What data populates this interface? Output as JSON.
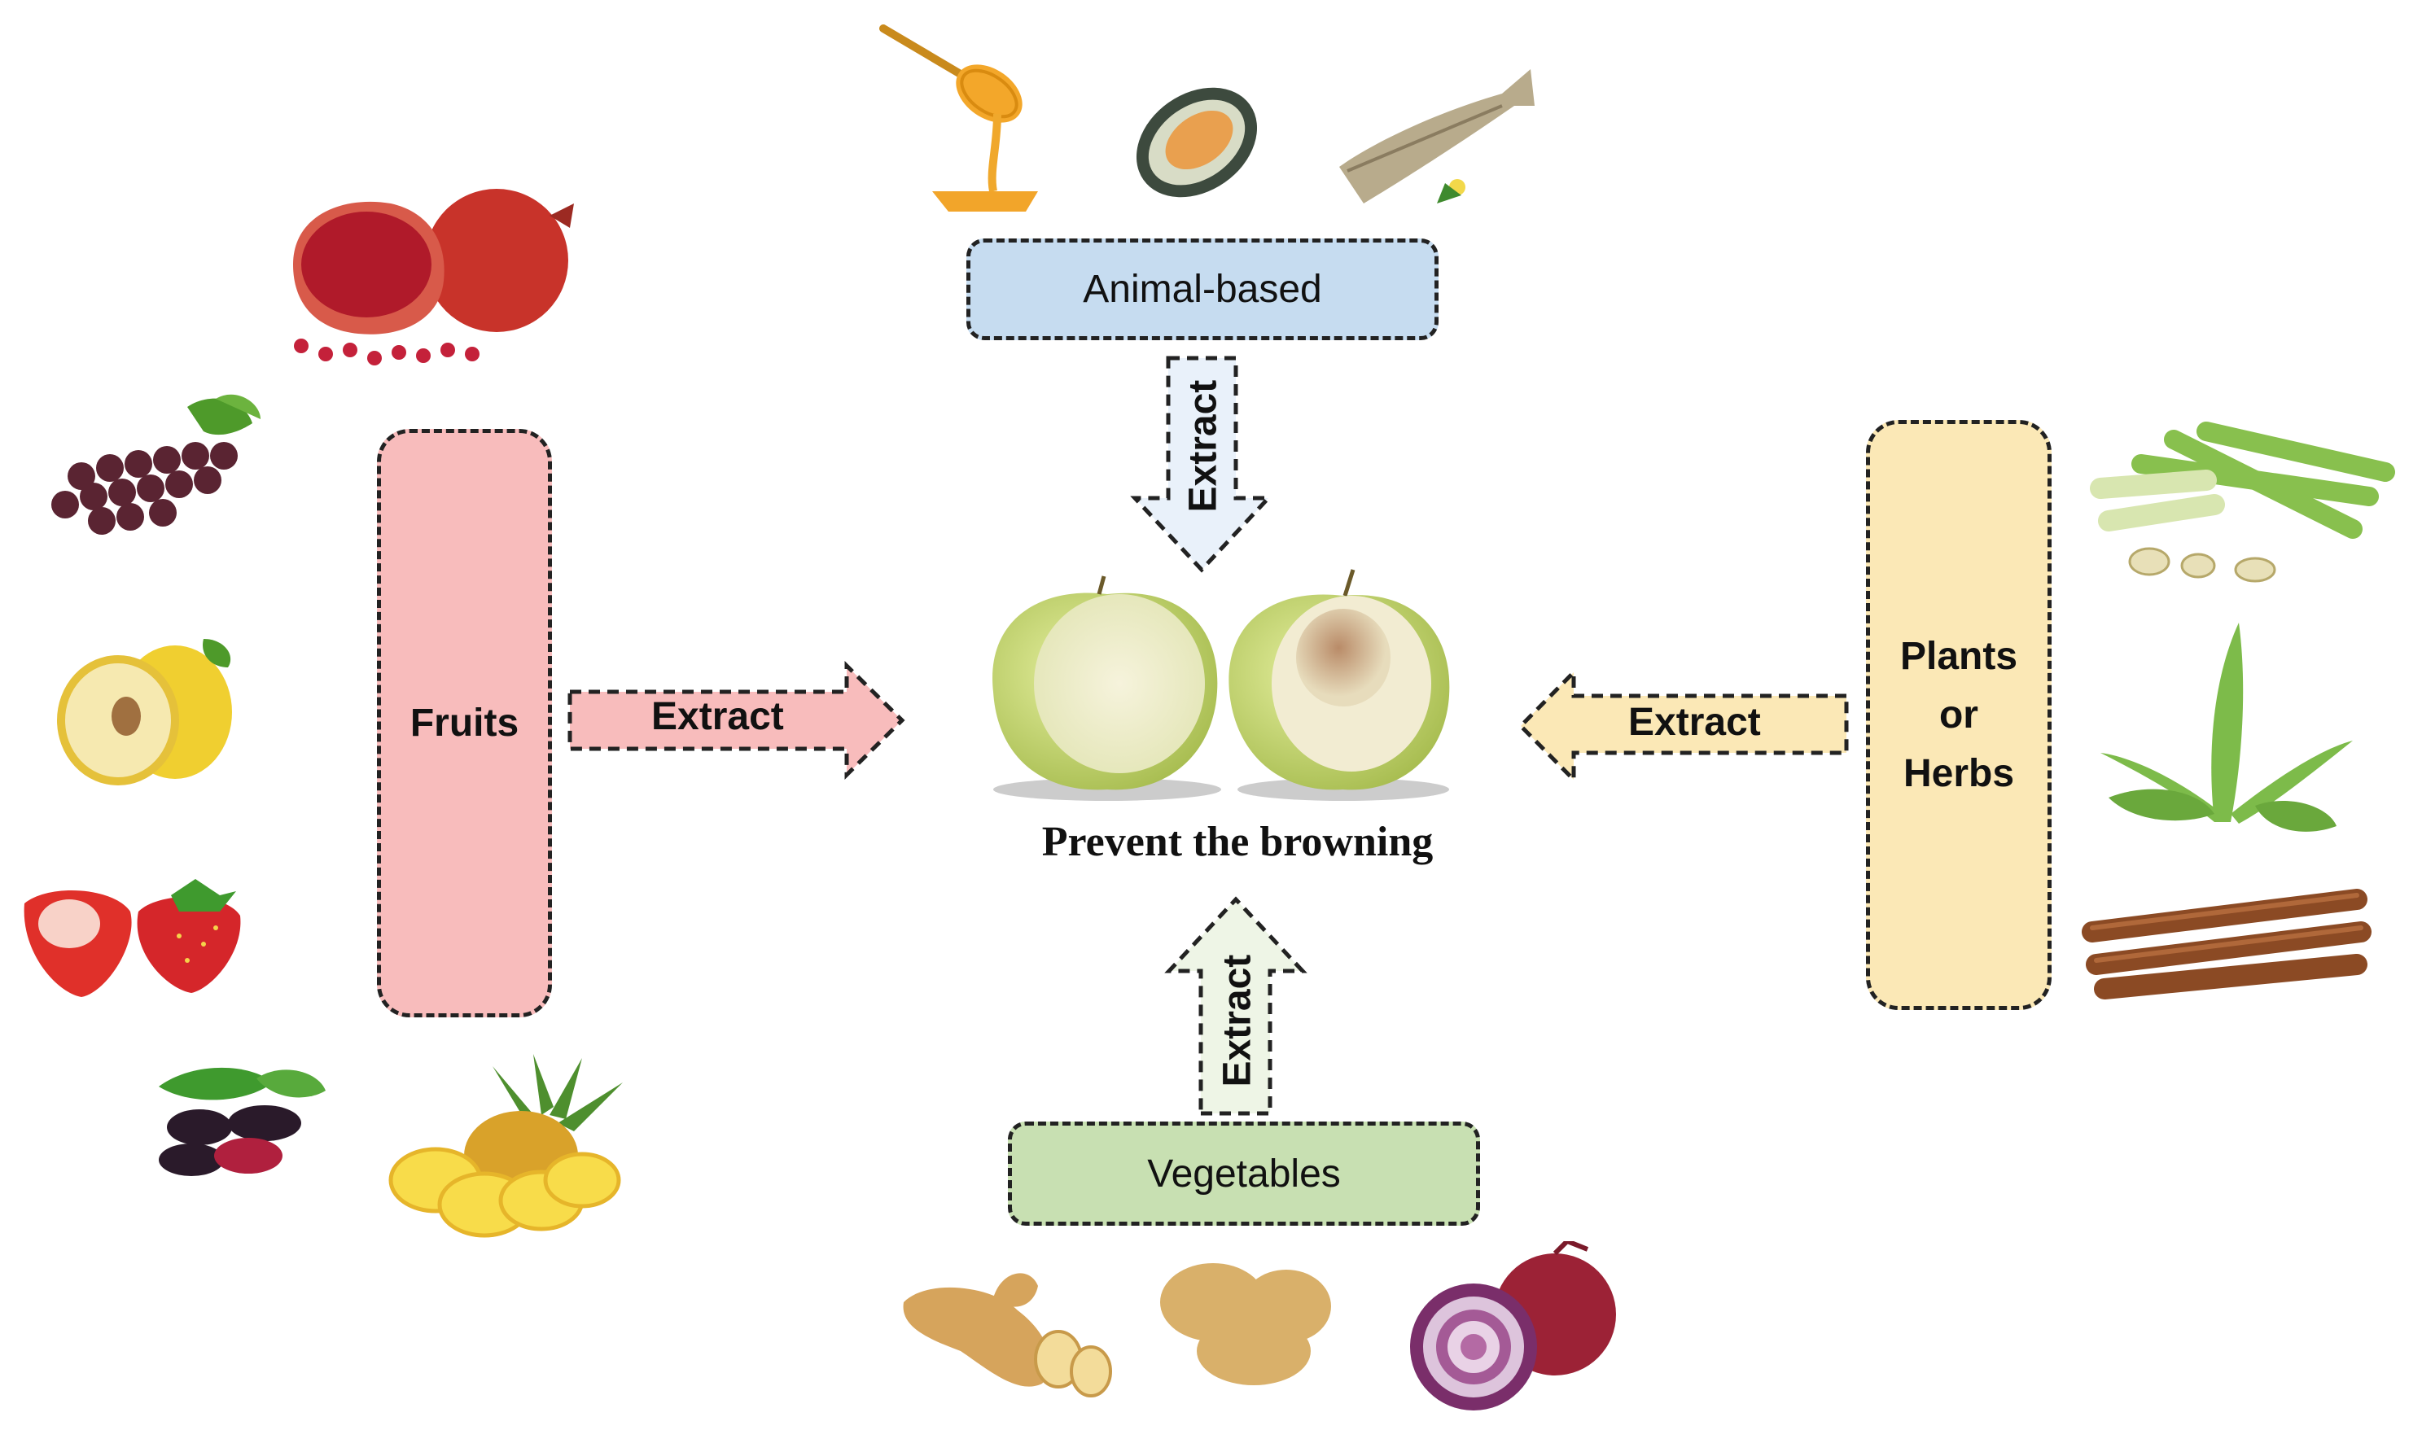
{
  "center": {
    "caption": "Prevent the browning",
    "image": "two-bitten-apples-icon"
  },
  "sources": {
    "animal": {
      "label": "Animal-based",
      "color": "#c6dcf0",
      "items": [
        "honey-dipper-icon",
        "mussel-icon",
        "fish-icon"
      ]
    },
    "fruits": {
      "label": "Fruits",
      "color": "#f8bcbc",
      "items": [
        "pomegranate-icon",
        "grapes-icon",
        "quince-icon",
        "strawberry-icon",
        "mulberry-icon",
        "pineapple-icon"
      ]
    },
    "plants": {
      "lines": [
        "Plants",
        "or",
        "Herbs"
      ],
      "color": "#fbe8b6",
      "items": [
        "lemongrass-icon",
        "aloe-vera-icon",
        "cinnamon-icon"
      ]
    },
    "vegetables": {
      "label": "Vegetables",
      "color": "#c8e0b2",
      "items": [
        "ginger-icon",
        "potato-icon",
        "red-onion-icon"
      ]
    }
  },
  "arrows": {
    "fruits": "Extract",
    "plants": "Extract",
    "animal": "Extract",
    "vegetables": "Extract"
  }
}
